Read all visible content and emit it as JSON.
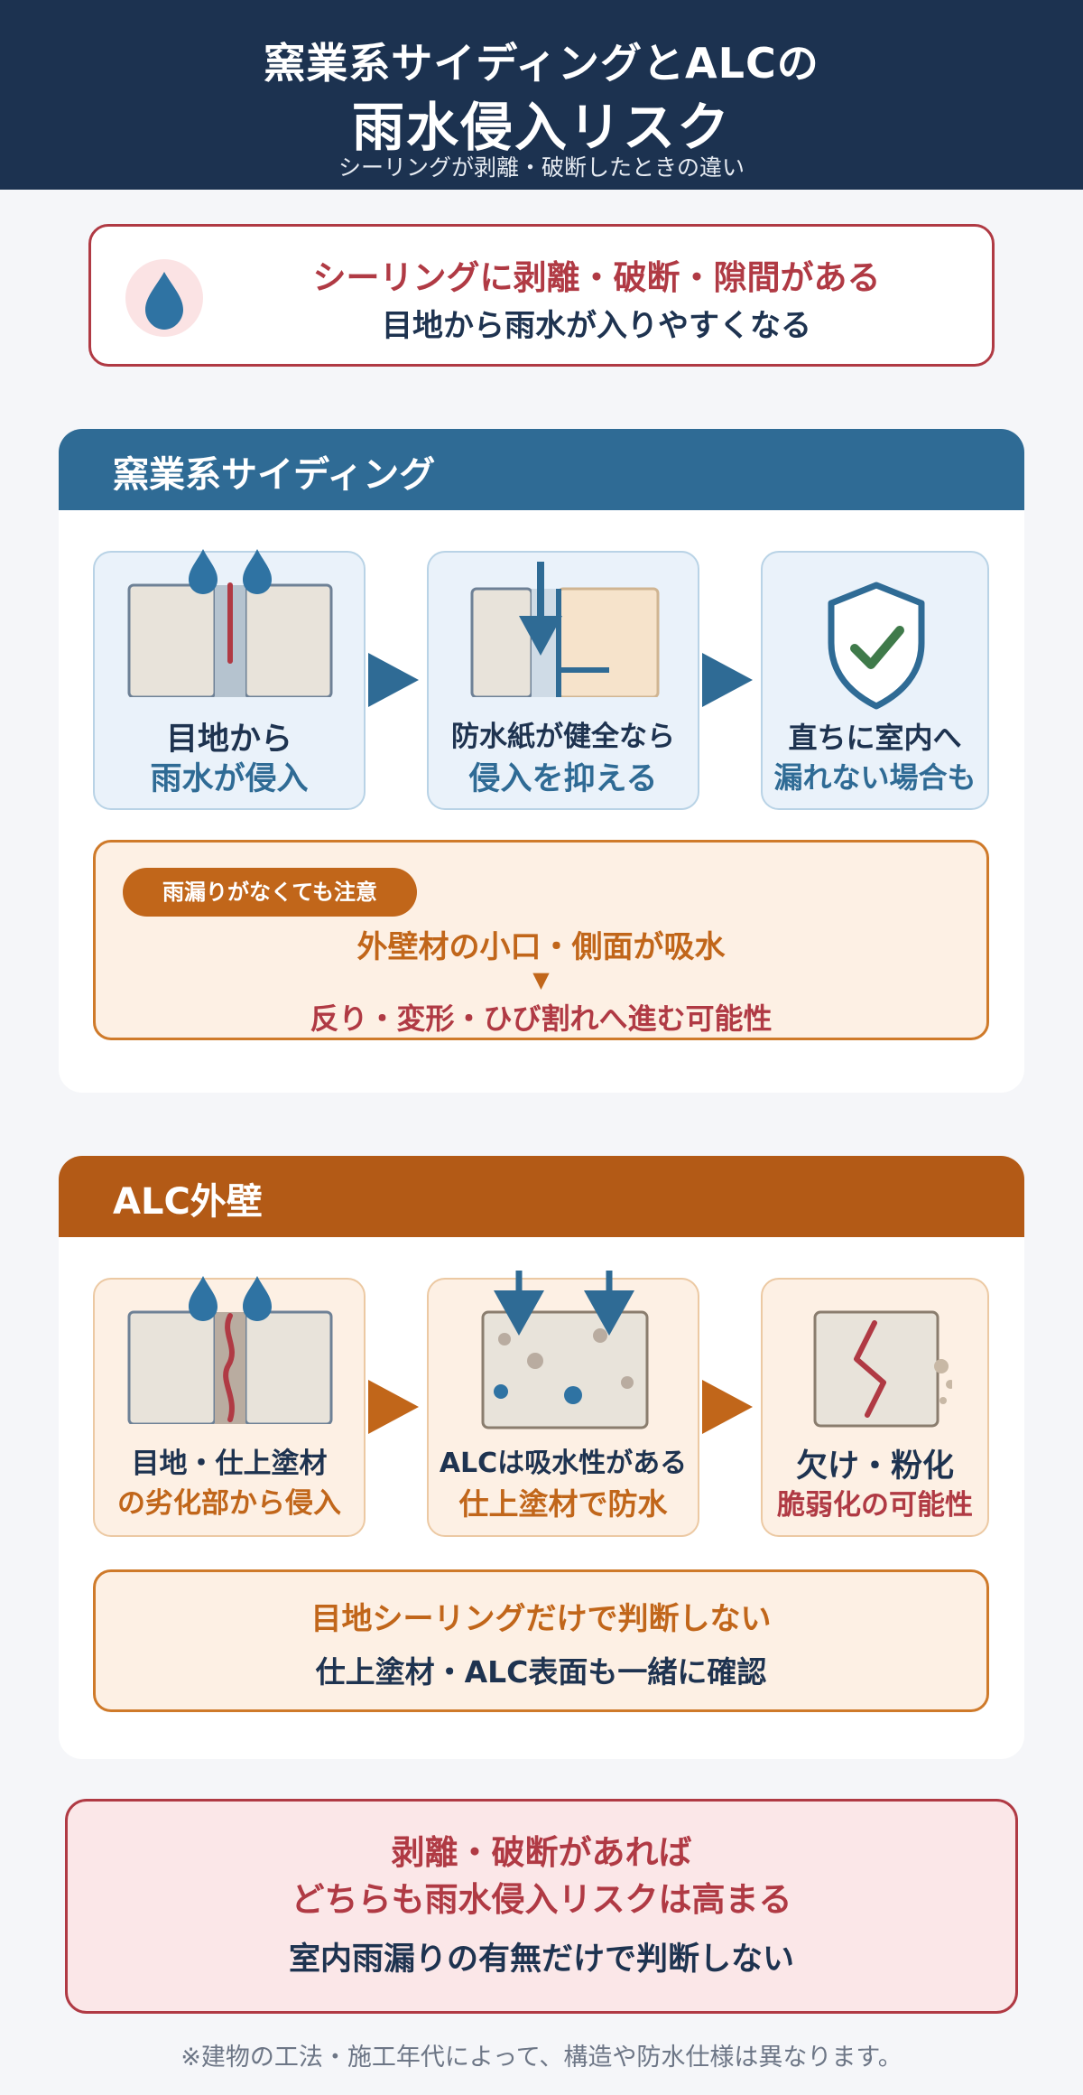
{
  "header": {
    "title_line1": "窯業系サイディングとALCの",
    "title_line2": "雨水侵入リスク",
    "subtitle": "シーリングが剥離・破断したときの違い"
  },
  "alert": {
    "icon": "water-drop-icon",
    "line1": "シーリングに剥離・破断・隙間がある",
    "line2": "目地から雨水が入りやすくなる"
  },
  "siding": {
    "title": "窯業系サイディング",
    "steps": [
      {
        "icon": "joint-rain-icon",
        "line1": "目地から",
        "line2": "雨水が侵入"
      },
      {
        "icon": "waterproof-sheet-icon",
        "line1": "防水紙が健全なら",
        "line2": "侵入を抑える"
      },
      {
        "icon": "shield-check-icon",
        "line1": "直ちに室内へ",
        "line2": "漏れない場合も"
      }
    ],
    "note": {
      "badge": "雨漏りがなくても注意",
      "line1": "外壁材の小口・側面が吸水",
      "arrow": "▼",
      "line2": "反り・変形・ひび割れへ進む可能性"
    }
  },
  "alc": {
    "title": "ALC外壁",
    "steps": [
      {
        "icon": "joint-rain-icon",
        "line1": "目地・仕上塗材",
        "line2": "の劣化部から侵入"
      },
      {
        "icon": "porous-absorb-icon",
        "line1": "ALCは吸水性がある",
        "line2": "仕上塗材で防水"
      },
      {
        "icon": "crack-icon",
        "line1": "欠け・粉化",
        "line2": "脆弱化の可能性"
      }
    ],
    "note": {
      "line1": "目地シーリングだけで判断しない",
      "line2": "仕上塗材・ALC表面も一緒に確認"
    }
  },
  "summary": {
    "line1": "剥離・破断があれば",
    "line2": "どちらも雨水侵入リスクは高まる",
    "line3": "室内雨漏りの有無だけで判断しない"
  },
  "footer": "※建物の工法・施工年代によって、構造や防水仕様は異なります。",
  "colors": {
    "navy": "#1c3250",
    "blue": "#2f6b95",
    "orange": "#b35a16",
    "red": "#b03a44"
  }
}
